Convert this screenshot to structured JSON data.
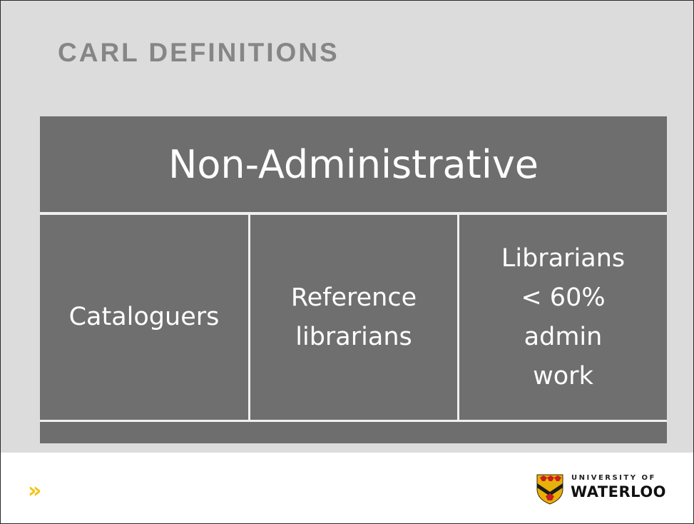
{
  "slide": {
    "title": "CARL DEFINITIONS",
    "header": "Non-Administrative",
    "cells": [
      "Cataloguers",
      "Reference\nlibrarians",
      "Librarians\n< 60%\nadmin\nwork"
    ]
  },
  "footer": {
    "chevron": "»",
    "logo_line1": "UNIVERSITY OF",
    "logo_line2": "WATERLOO"
  },
  "colors": {
    "background": "#dcdcdc",
    "box": "#6e6e6e",
    "title": "#868686",
    "accent": "#f3c414"
  },
  "icons": [
    "chevron-icon",
    "waterloo-crest-icon"
  ]
}
